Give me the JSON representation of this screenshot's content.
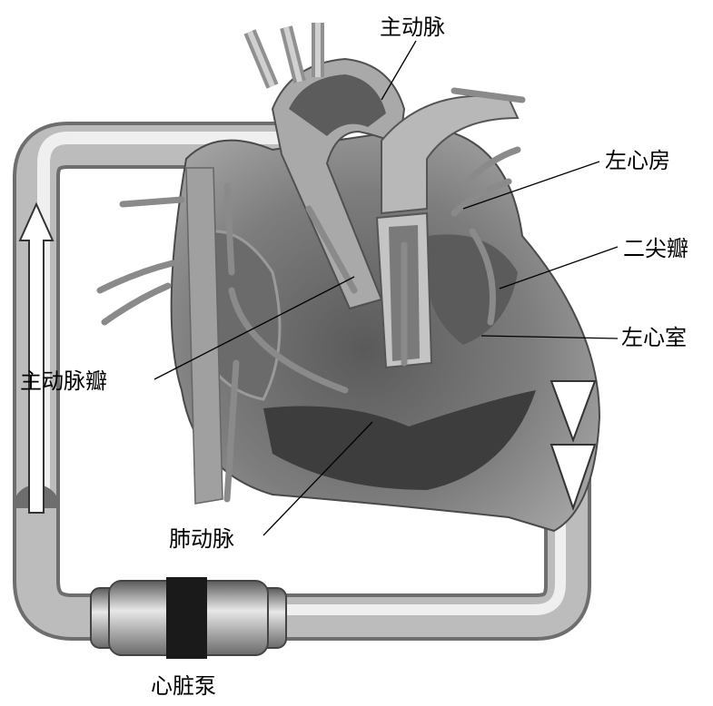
{
  "labels": {
    "aorta": "主动脉",
    "left_atrium": "左心房",
    "mitral_valve": "二尖瓣",
    "left_ventricle": "左心室",
    "aortic_valve": "主动脉瓣",
    "pulmonary_artery": "肺动脉",
    "heart_pump": "心脏泵"
  },
  "icons": {
    "flow_arrow_up": "arrow-up-icon",
    "flow_arrow_down": "arrow-down-icon"
  },
  "colors": {
    "tube_light": "#f2f2f2",
    "tube_mid": "#c8c8c8",
    "tube_dark": "#8a8a8a",
    "heart_dark": "#3a3a3a",
    "heart_mid": "#7a7a7a",
    "heart_light": "#b5b5b5",
    "pump_band": "#1a1a1a"
  }
}
